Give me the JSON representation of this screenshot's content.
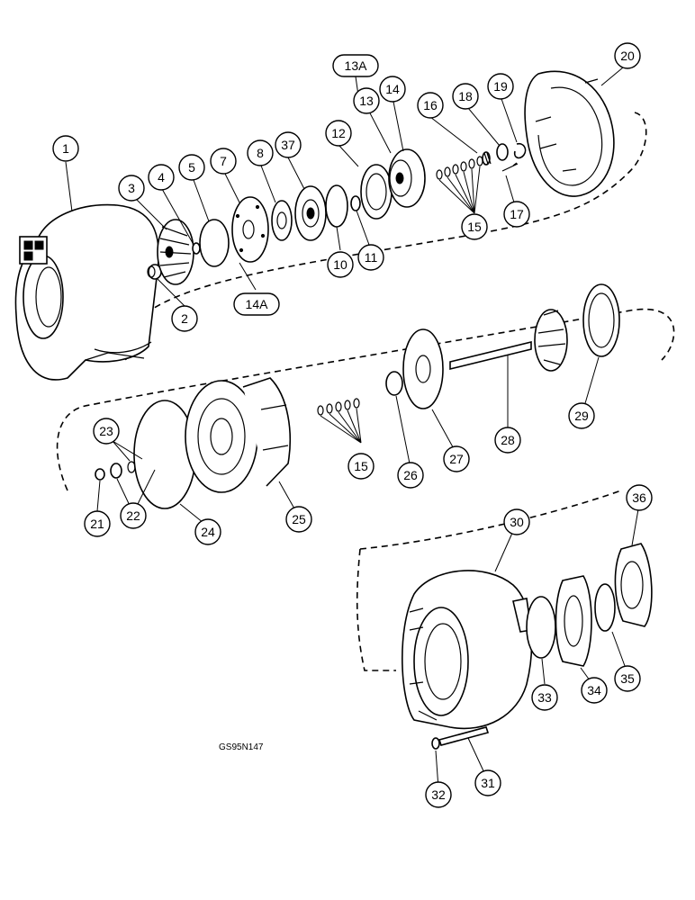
{
  "figure_code": "GS95N147",
  "callouts": {
    "c1": "1",
    "c2": "2",
    "c3": "3",
    "c4": "4",
    "c5": "5",
    "c7": "7",
    "c8": "8",
    "c37": "37",
    "c10": "10",
    "c11": "11",
    "c12": "12",
    "c13": "13",
    "c13a": "13A",
    "c14": "14",
    "c14a": "14A",
    "c15a": "15",
    "c15b": "15",
    "c16": "16",
    "c17": "17",
    "c18": "18",
    "c19": "19",
    "c20": "20",
    "c21": "21",
    "c22": "22",
    "c23": "23",
    "c24": "24",
    "c25": "25",
    "c26": "26",
    "c27": "27",
    "c28": "28",
    "c29": "29",
    "c30": "30",
    "c31": "31",
    "c32": "32",
    "c33": "33",
    "c34": "34",
    "c35": "35",
    "c36": "36"
  }
}
